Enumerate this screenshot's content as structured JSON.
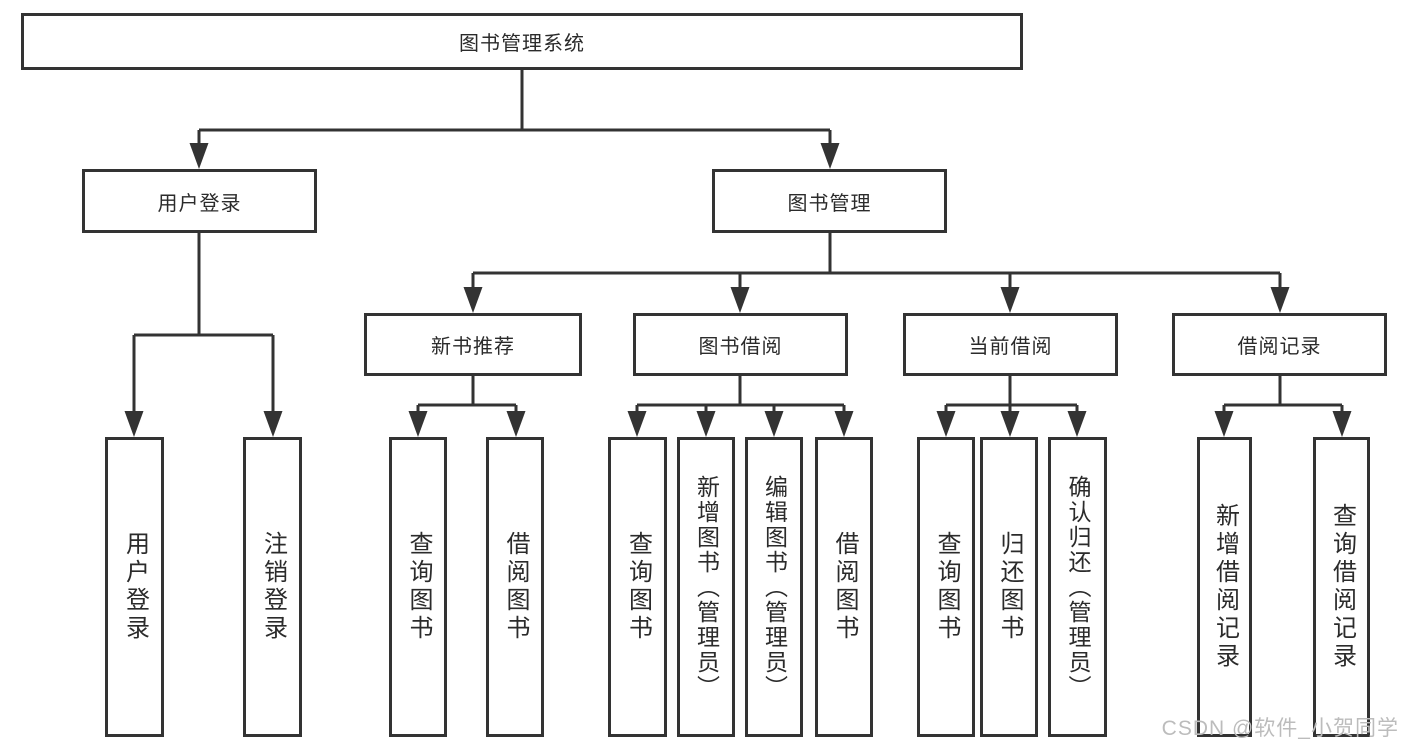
{
  "colors": {
    "line": "#333333",
    "text": "#2b2b2b",
    "watermark": "#bcbcbc"
  },
  "tree": {
    "root": "图书管理系统",
    "level2": [
      {
        "label": "用户登录",
        "leaves": [
          "用户登录",
          "注销登录"
        ]
      },
      {
        "label": "图书管理",
        "groups": [
          {
            "label": "新书推荐",
            "leaves": [
              "查询图书",
              "借阅图书"
            ]
          },
          {
            "label": "图书借阅",
            "leaves": [
              "查询图书",
              "新增图书（管理员）",
              "编辑图书（管理员）",
              "借阅图书"
            ]
          },
          {
            "label": "当前借阅",
            "leaves": [
              "查询图书",
              "归还图书",
              "确认归还（管理员）"
            ]
          },
          {
            "label": "借阅记录",
            "leaves": [
              "新增借阅记录",
              "查询借阅记录"
            ]
          }
        ]
      }
    ]
  },
  "watermark": {
    "text": "CSDN @软件_小贺同学"
  }
}
